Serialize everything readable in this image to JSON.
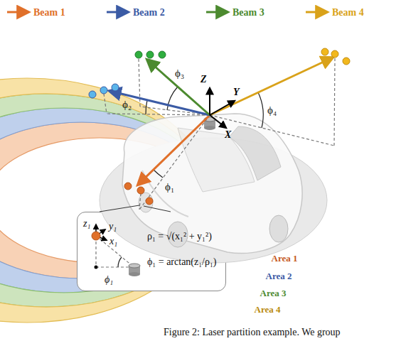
{
  "diagram": {
    "caption": "Figure 2: Laser partition example. We group",
    "nodes": [
      {
        "text": [
          "Area 1"
        ]
      },
      {
        "text": [
          "Area 2"
        ]
      },
      {
        "text": [
          "Area 3"
        ]
      },
      {
        "text": [
          "Area 4"
        ]
      },
      {
        "text": [
          "z₁",
          "y₁",
          "x₁",
          "ϕ₁",
          "ρ₁ = √(x₁² + y₁²)",
          "ϕ₁ = arctan(z₁/ρ₁)"
        ]
      }
    ],
    "labels": [
      "ϕ₃",
      "Z",
      "Y",
      "ϕ₂",
      "ϕ₄",
      "X",
      "ϕ₁"
    ],
    "legend": [
      {
        "text": "Beam 1"
      },
      {
        "text": "Beam 2"
      },
      {
        "text": "Beam 3"
      },
      {
        "text": "Beam 4"
      }
    ]
  }
}
